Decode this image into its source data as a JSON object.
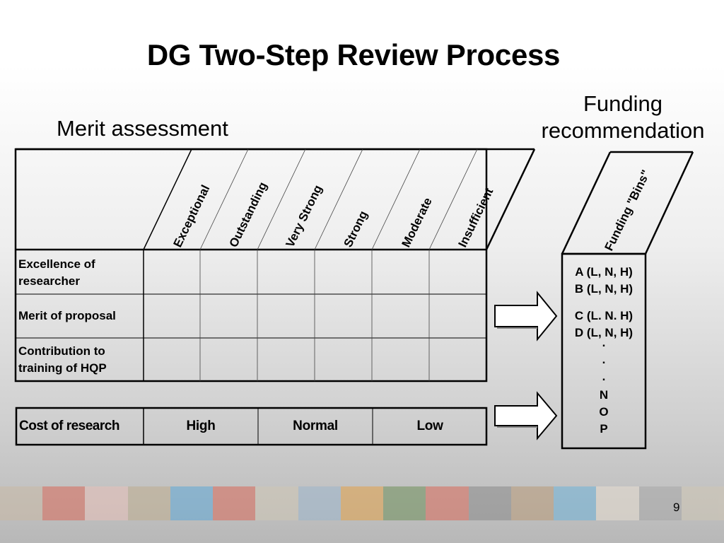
{
  "slide": {
    "title": "DG Two-Step Review Process",
    "page_number": "9"
  },
  "merit": {
    "heading": "Merit assessment",
    "ratings": [
      "Exceptional",
      "Outstanding",
      "Very Strong",
      "Strong",
      "Moderate",
      "Insufficient"
    ],
    "criteria": [
      {
        "label": "Excellence of researcher"
      },
      {
        "label": "Merit of proposal"
      },
      {
        "label": "Contribution to training of HQP"
      }
    ]
  },
  "cost": {
    "label": "Cost of research",
    "levels": [
      "High",
      "Normal",
      "Low"
    ]
  },
  "funding": {
    "heading": "Funding recommendation",
    "bins_label": "Funding \"Bins\"",
    "bins_top": [
      "A (L, N, H)",
      "B (L, N, H)"
    ],
    "bins_middle": [
      "C (L. N. H)",
      "D (L, N, H)"
    ],
    "dots": [
      ".",
      ".",
      "."
    ],
    "bins_bottom": [
      "N",
      "O",
      "P"
    ]
  },
  "colors": {
    "background_top": "#ffffff",
    "background_bottom": "#b8b8b8",
    "line": "#000000",
    "arrow_fill": "#ffffff"
  }
}
